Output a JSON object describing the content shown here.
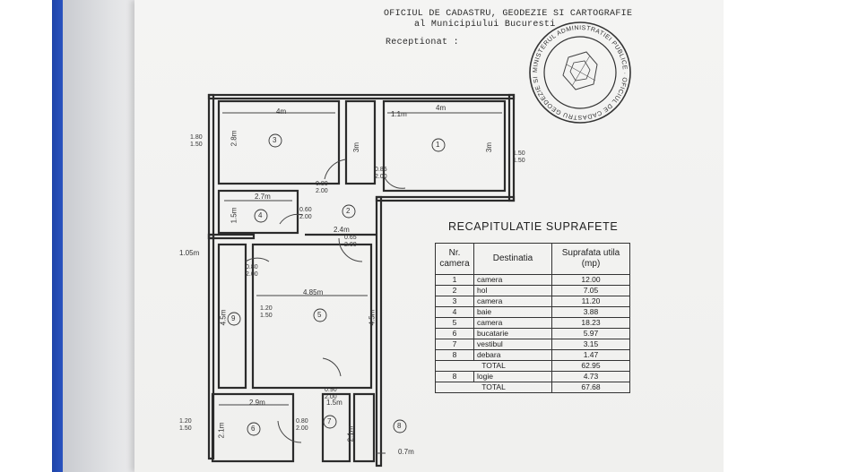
{
  "header": {
    "office_line": "OFICIUL DE CADASTRU, GEODEZIE SI CARTOGRAFIE",
    "municipality_line": "al Municipiului Bucuresti",
    "received_label": "Receptionat :"
  },
  "stamp": {
    "text": "MINISTERUL ADMINISTRATIEI PUBLICE · OFICIUL DE CADASTRU GEODEZIE SI CARTOGRAFIE · MUNICIPIUL BUCURESTI"
  },
  "rooms": [
    {
      "id": "1",
      "label": "1"
    },
    {
      "id": "2",
      "label": "2"
    },
    {
      "id": "3",
      "label": "3"
    },
    {
      "id": "4",
      "label": "4"
    },
    {
      "id": "5",
      "label": "5"
    },
    {
      "id": "6",
      "label": "6"
    },
    {
      "id": "7",
      "label": "7"
    },
    {
      "id": "8",
      "label": "8"
    },
    {
      "id": "9",
      "label": "9"
    }
  ],
  "dimensions": {
    "d_4m_left": "4m",
    "d_4m_right": "4m",
    "d_1_1m": "1.1m",
    "d_2_8m": "2.8m",
    "d_3m_hall": "3m",
    "d_3m_room1": "3m",
    "d_2_7m": "2.7m",
    "d_1_5m_room4": "1.5m",
    "d_2_4m": "2.4m",
    "d_1_05m": "1.05m",
    "d_4_85m": "4.85m",
    "d_4_5m_left": "4.5m",
    "d_4_5m_right": "4.5m",
    "d_2_9m": "2.9m",
    "d_1_5m_bottom": "1.5m",
    "d_2_1m_left": "2.1m",
    "d_2_1m_right": "2.1m",
    "d_0_7m": "0.7m"
  },
  "windows": {
    "w_left_top": {
      "top": "1.80",
      "bottom": "1.50"
    },
    "w_right_room1": {
      "top": "1.50",
      "bottom": "1.50"
    },
    "w_left_bottom": {
      "top": "1.20",
      "bottom": "1.50"
    }
  },
  "doors": {
    "d_085": {
      "top": "0.85",
      "bottom": "2.00"
    },
    "d_080_hall": {
      "top": "0.80",
      "bottom": "2.00"
    },
    "d_060": {
      "top": "0.60",
      "bottom": "2.00"
    },
    "d_080_r9": {
      "top": "0.80",
      "bottom": "2.00"
    },
    "d_090": {
      "top": "0.90",
      "bottom": "2.00"
    },
    "d_080_r7": {
      "top": "0.80",
      "bottom": "2.00"
    },
    "d_065": {
      "top": "0.65",
      "bottom": "2.00"
    },
    "w_r5": {
      "top": "1.20",
      "bottom": "1.50"
    }
  },
  "recap": {
    "title": "RECAPITULATIE SUPRAFETE",
    "col_nr": "Nr. camera",
    "col_dest": "Destinatia",
    "col_area": "Suprafata utila (mp)",
    "rows": [
      {
        "nr": "1",
        "dest": "camera",
        "area": "12.00"
      },
      {
        "nr": "2",
        "dest": "hol",
        "area": "7.05"
      },
      {
        "nr": "3",
        "dest": "camera",
        "area": "11.20"
      },
      {
        "nr": "4",
        "dest": "baie",
        "area": "3.88"
      },
      {
        "nr": "5",
        "dest": "camera",
        "area": "18.23"
      },
      {
        "nr": "6",
        "dest": "bucatarie",
        "area": "5.97"
      },
      {
        "nr": "7",
        "dest": "vestibul",
        "area": "3.15"
      },
      {
        "nr": "8",
        "dest": "debara",
        "area": "1.47"
      }
    ],
    "total_label": "TOTAL",
    "total_value": "62.95",
    "loggia_nr": "8",
    "loggia_dest": "logie",
    "loggia_area": "4.73",
    "grand_total_label": "TOTAL",
    "grand_total_value": "67.68"
  }
}
